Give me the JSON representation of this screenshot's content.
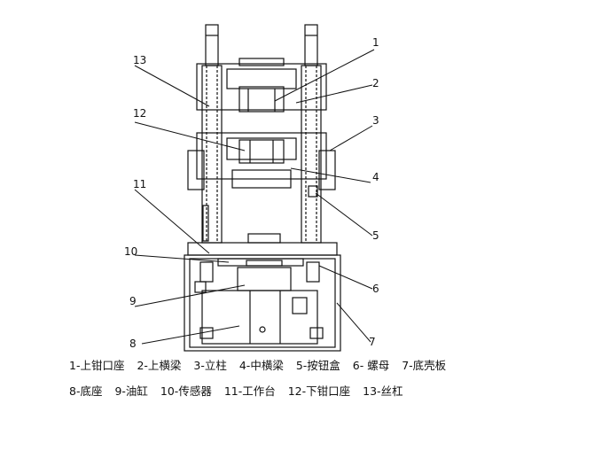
{
  "diagram": {
    "callouts": [
      "1",
      "2",
      "3",
      "4",
      "5",
      "6",
      "7",
      "8",
      "9",
      "10",
      "11",
      "12",
      "13"
    ]
  },
  "legend": {
    "row1": [
      "1-上钳口座",
      "2-上横梁",
      "3-立柱",
      "4-中横梁",
      "5-按钮盒",
      "6- 螺母",
      "7-底壳板"
    ],
    "row2": [
      "8-底座",
      "9-油缸",
      "10-传感器",
      "11-工作台",
      "12-下钳口座",
      "13-丝杠"
    ]
  }
}
